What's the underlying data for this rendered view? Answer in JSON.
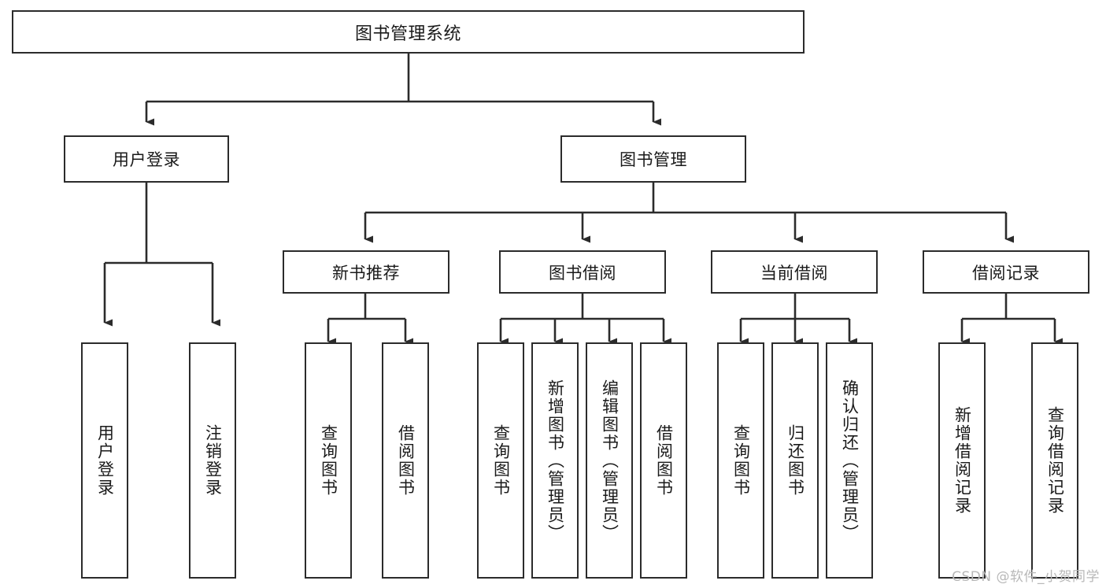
{
  "diagram": {
    "kind": "tree-hierarchy-diagram",
    "root": {
      "id": "root",
      "label": "图书管理系统"
    },
    "level2": [
      {
        "id": "user-login",
        "label": "用户登录"
      },
      {
        "id": "book-manage",
        "label": "图书管理"
      }
    ],
    "level3": [
      {
        "id": "new-book-rec",
        "label": "新书推荐",
        "parent": "book-manage"
      },
      {
        "id": "book-borrow",
        "label": "图书借阅",
        "parent": "book-manage"
      },
      {
        "id": "current-borrow",
        "label": "当前借阅",
        "parent": "book-manage"
      },
      {
        "id": "borrow-record",
        "label": "借阅记录",
        "parent": "book-manage"
      }
    ],
    "leaves": [
      {
        "id": "leaf-user-login",
        "label": "用户登录",
        "parent": "user-login"
      },
      {
        "id": "leaf-logout",
        "label": "注销登录",
        "parent": "user-login"
      },
      {
        "id": "leaf-query-book-1",
        "label": "查询图书",
        "parent": "new-book-rec"
      },
      {
        "id": "leaf-borrow-book-1",
        "label": "借阅图书",
        "parent": "new-book-rec"
      },
      {
        "id": "leaf-query-book-2",
        "label": "查询图书",
        "parent": "book-borrow"
      },
      {
        "id": "leaf-add-book",
        "label": "新增图书（管理员）",
        "parent": "book-borrow"
      },
      {
        "id": "leaf-edit-book",
        "label": "编辑图书（管理员）",
        "parent": "book-borrow"
      },
      {
        "id": "leaf-borrow-book-2",
        "label": "借阅图书",
        "parent": "book-borrow"
      },
      {
        "id": "leaf-query-book-3",
        "label": "查询图书",
        "parent": "current-borrow"
      },
      {
        "id": "leaf-return-book",
        "label": "归还图书",
        "parent": "current-borrow"
      },
      {
        "id": "leaf-confirm-return",
        "label": "确认归还（管理员）",
        "parent": "current-borrow"
      },
      {
        "id": "leaf-add-record",
        "label": "新增借阅记录",
        "parent": "borrow-record"
      },
      {
        "id": "leaf-query-record",
        "label": "查询借阅记录",
        "parent": "borrow-record"
      }
    ],
    "colors": {
      "stroke": "#2b2b2b",
      "fill": "#ffffff",
      "text": "#1a1a1a",
      "watermark": "#b8b8b8"
    }
  },
  "watermark": {
    "text": "CSDN @软件_小贺同学"
  }
}
